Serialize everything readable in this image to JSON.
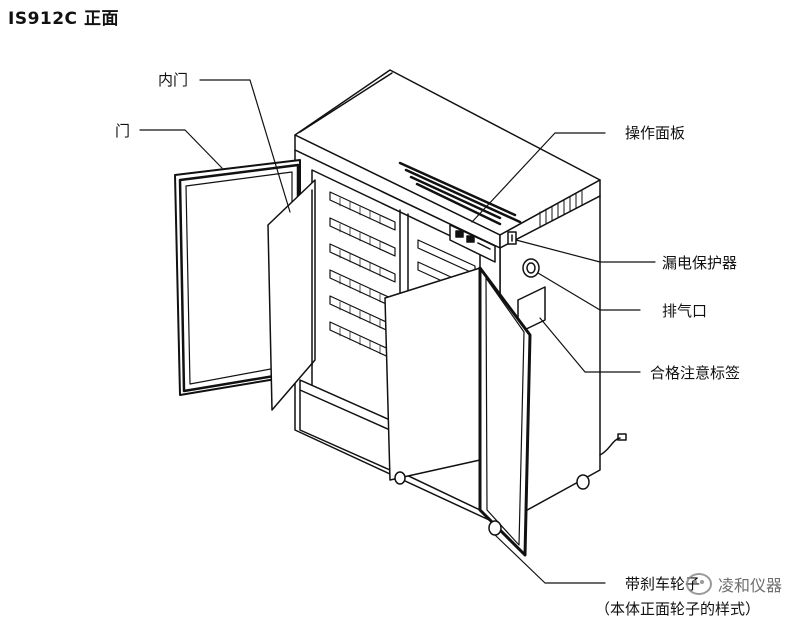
{
  "title": "IS912C 正面",
  "labels": {
    "inner_door": "内门",
    "door": "门",
    "control_panel": "操作面板",
    "leakage_protector": "漏电保护器",
    "exhaust_port": "排气口",
    "qualified_label": "合格注意标签",
    "brake_wheel": "带刹车轮子",
    "brake_wheel_note": "（本体正面轮子的样式）"
  },
  "watermark": "凌和仪器"
}
